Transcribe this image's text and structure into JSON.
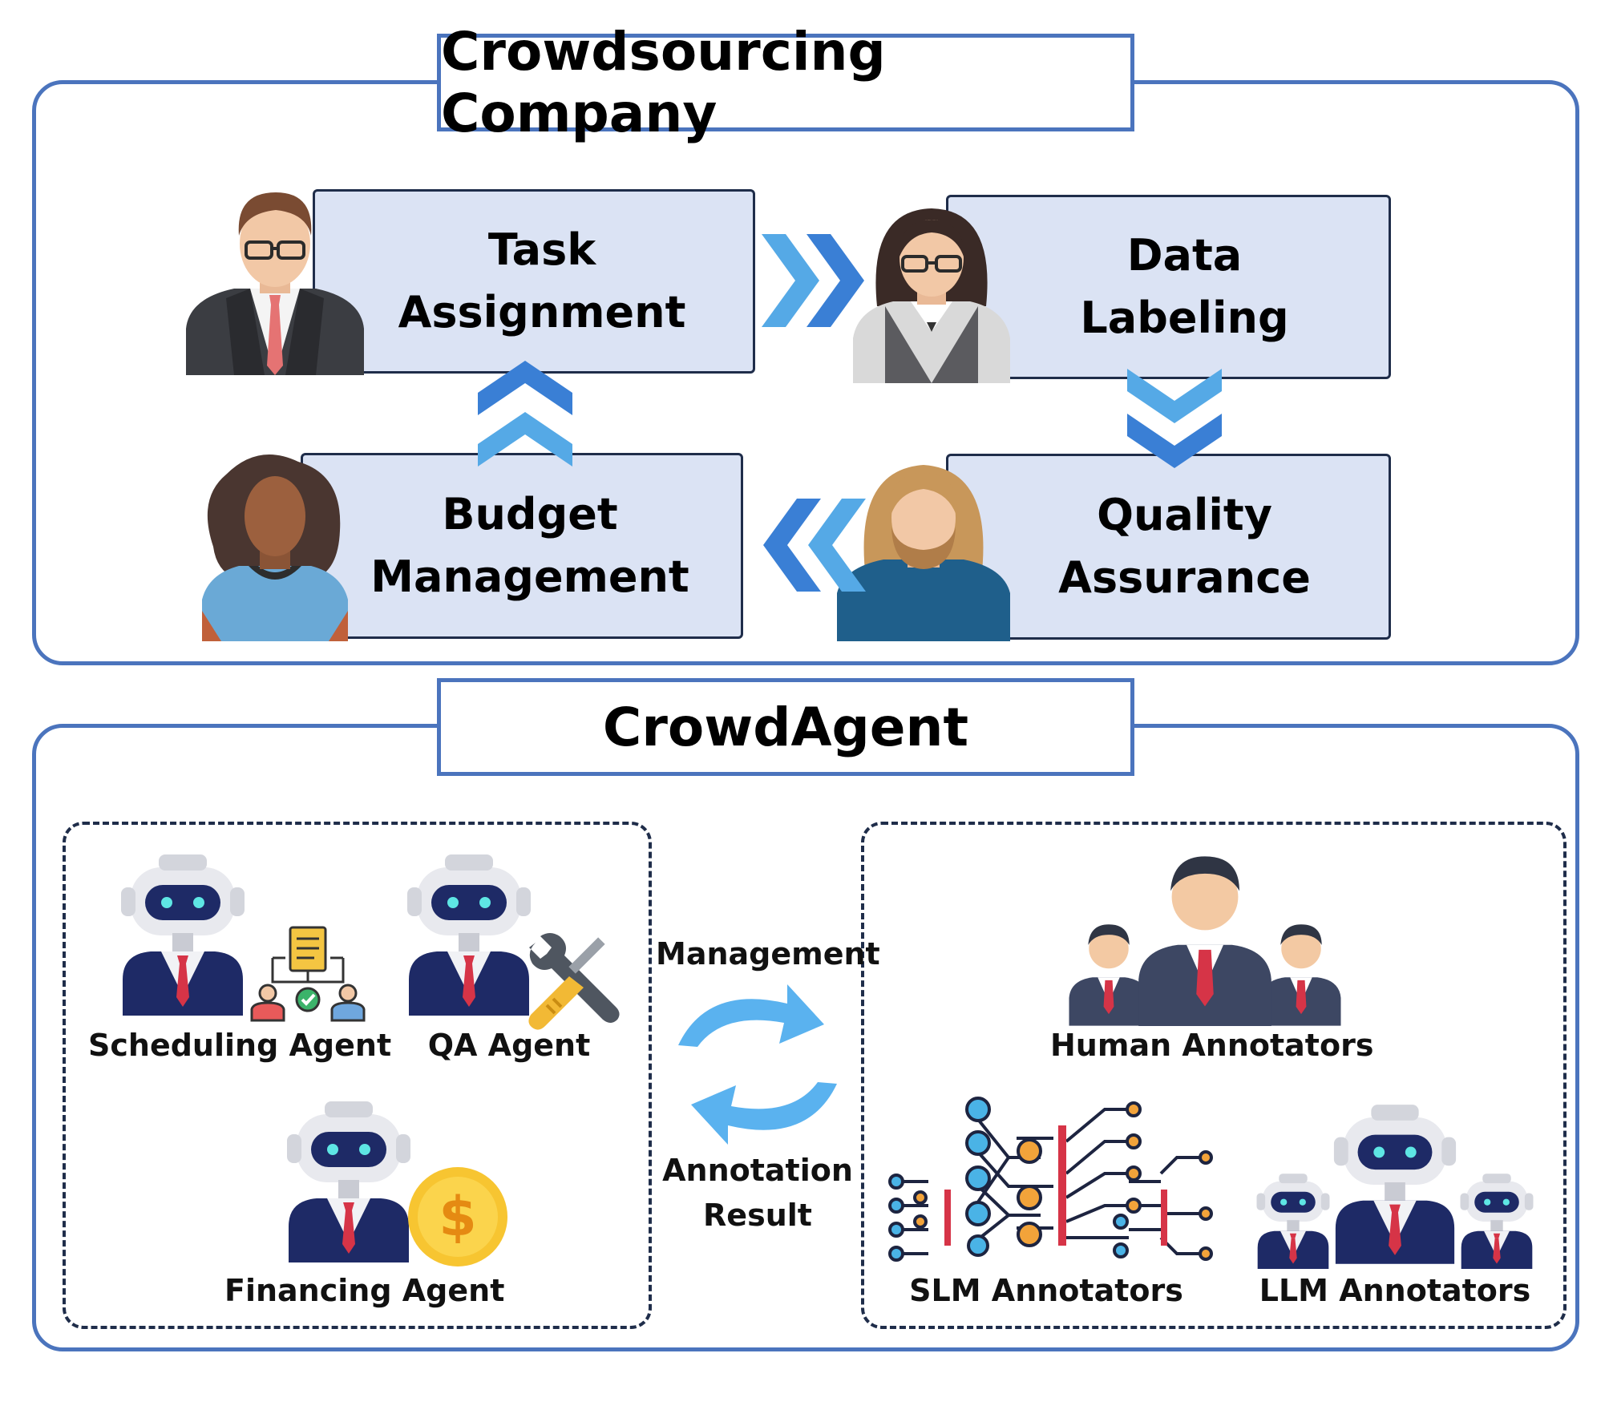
{
  "top_section": {
    "title": "Crowdsourcing Company",
    "stages": [
      {
        "label": "Task\nAssignment"
      },
      {
        "label": "Data\nLabeling"
      },
      {
        "label": "Quality\nAssurance"
      },
      {
        "label": "Budget\nManagement"
      }
    ]
  },
  "bottom_section": {
    "title": "CrowdAgent",
    "agents": [
      {
        "label": "Scheduling Agent"
      },
      {
        "label": "QA Agent"
      },
      {
        "label": "Financing Agent"
      }
    ],
    "exchange": {
      "top_label": "Management",
      "bottom_label": "Annotation\nResult"
    },
    "annotators": [
      {
        "label": "Human Annotators"
      },
      {
        "label": "SLM Annotators"
      },
      {
        "label": "LLM Annotators"
      }
    ]
  },
  "colors": {
    "panel_border": "#4b74bd",
    "stage_fill": "#dbe3f4",
    "arrow_blue": "#3a86d8",
    "robot_suit": "#1e2a66",
    "tie_red": "#d63447"
  }
}
